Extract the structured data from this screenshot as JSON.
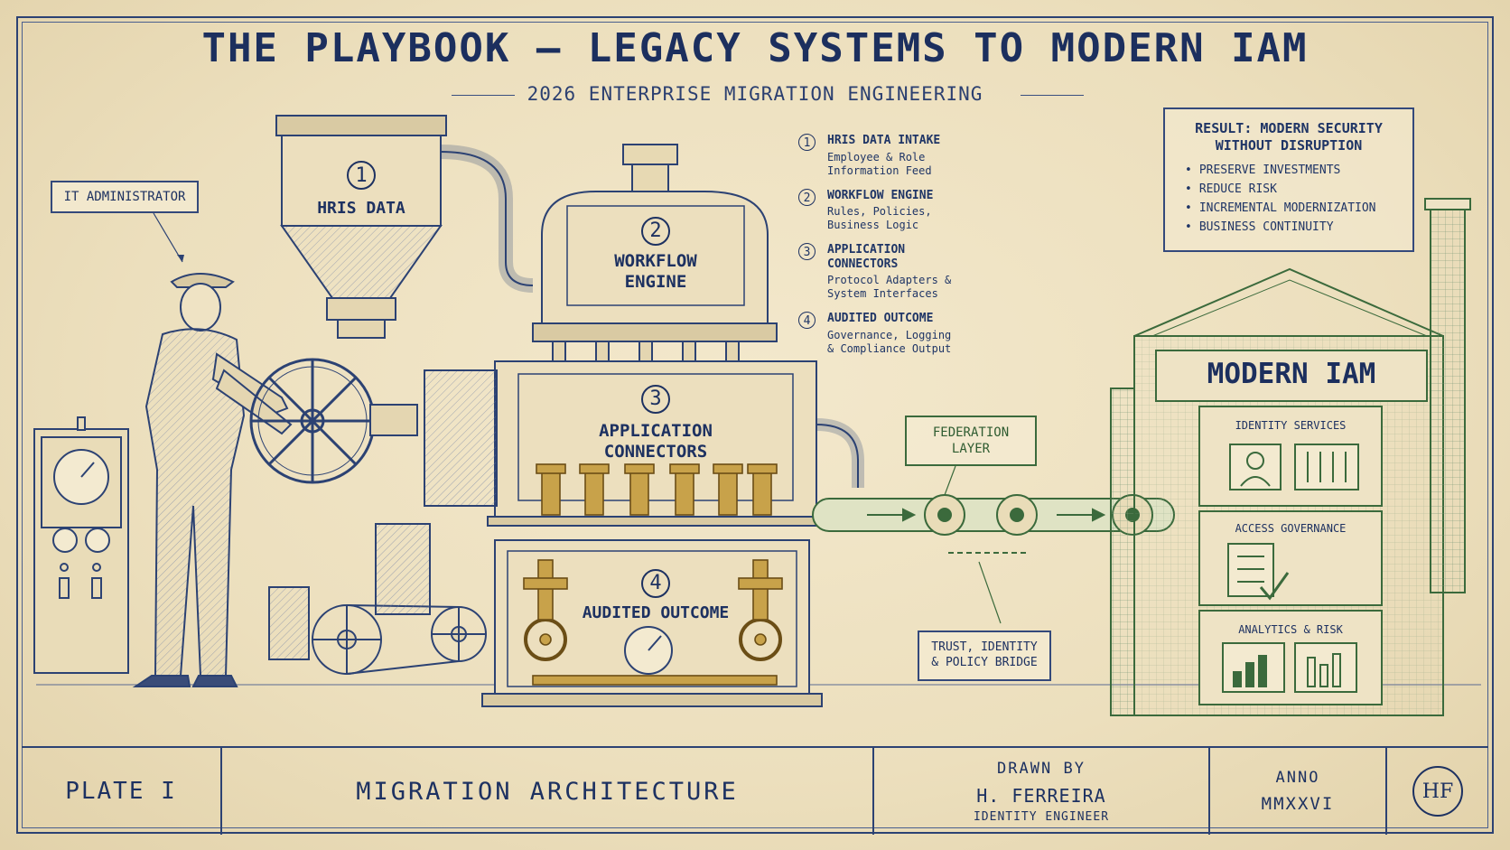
{
  "title": "THE PLAYBOOK — LEGACY SYSTEMS TO MODERN IAM",
  "subtitle": "2026 ENTERPRISE MIGRATION ENGINEERING",
  "it_admin_label": "IT ADMINISTRATOR",
  "machine": {
    "hopper": {
      "number": "1",
      "label": "HRIS DATA"
    },
    "engine": {
      "number": "2",
      "label_line1": "WORKFLOW",
      "label_line2": "ENGINE"
    },
    "connectors": {
      "number": "3",
      "label_line1": "APPLICATION",
      "label_line2": "CONNECTORS"
    },
    "outcome": {
      "number": "4",
      "label": "AUDITED OUTCOME"
    }
  },
  "legend": [
    {
      "number": "1",
      "title": "HRIS DATA INTAKE",
      "desc_line1": "Employee & Role",
      "desc_line2": "Information Feed"
    },
    {
      "number": "2",
      "title": "WORKFLOW ENGINE",
      "desc_line1": "Rules, Policies,",
      "desc_line2": "Business Logic"
    },
    {
      "number": "3",
      "title_line1": "APPLICATION",
      "title_line2": "CONNECTORS",
      "desc_line1": "Protocol Adapters &",
      "desc_line2": "System Interfaces"
    },
    {
      "number": "4",
      "title": "AUDITED OUTCOME",
      "desc_line1": "Governance, Logging",
      "desc_line2": "& Compliance Output"
    }
  ],
  "result": {
    "heading_line1": "RESULT: MODERN SECURITY",
    "heading_line2": "WITHOUT DISRUPTION",
    "items": [
      "PRESERVE INVESTMENTS",
      "REDUCE RISK",
      "INCREMENTAL MODERNIZATION",
      "BUSINESS CONTINUITY"
    ]
  },
  "federation": {
    "line1": "FEDERATION",
    "line2": "LAYER"
  },
  "trust_bridge": {
    "line1": "TRUST, IDENTITY",
    "line2": "& POLICY BRIDGE"
  },
  "modern_iam": {
    "title": "MODERN IAM",
    "panels": [
      "IDENTITY SERVICES",
      "ACCESS GOVERNANCE",
      "ANALYTICS & RISK"
    ]
  },
  "footer": {
    "plate": "PLATE I",
    "name": "MIGRATION ARCHITECTURE",
    "drawn_by_label": "DRAWN BY",
    "drawn_by_name": "H. FERREIRA",
    "drawn_by_role": "IDENTITY ENGINEER",
    "anno_label": "ANNO",
    "anno_year": "MMXXVI",
    "monogram": "HF"
  },
  "colors": {
    "paper": "#efe3c4",
    "ink_blue": "#1f3566",
    "ink_green": "#3b6a3c",
    "brass": "#c8a24a"
  }
}
